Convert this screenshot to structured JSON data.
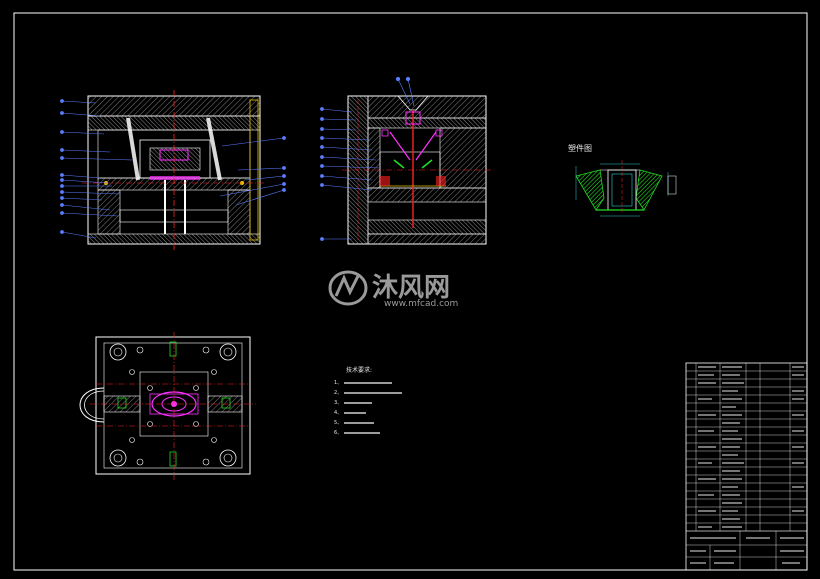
{
  "drawing": {
    "detail_label": "塑件图",
    "watermark": {
      "brand": "沐风网",
      "url": "www.mfcad.com"
    },
    "tech_requirements": {
      "heading": "技术要求:",
      "items": [
        "1、",
        "2、",
        "3、",
        "4、",
        "5、",
        "6、"
      ]
    }
  },
  "colors": {
    "background": "#000000",
    "outline": "#ffffff",
    "hatch": "#808080",
    "center_line": "#ff2020",
    "leader": "#5a7cff",
    "accent_magenta": "#ff33ff",
    "accent_green": "#22dd22",
    "accent_cyan": "#33cccc",
    "accent_yellow": "#e6c200"
  }
}
